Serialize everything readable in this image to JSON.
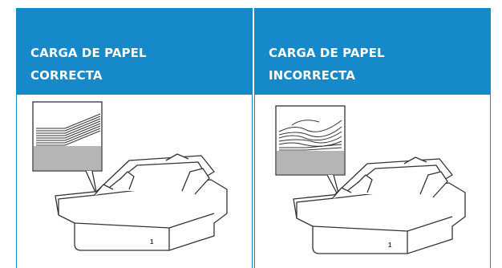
{
  "columns": [
    {
      "title": "CARGA DE PAPEL\nCORRECTA",
      "variant": "correct",
      "tray_number": "1"
    },
    {
      "title": "CARGA DE PAPEL\nINCORRECTA",
      "variant": "incorrect",
      "tray_number": "1"
    }
  ],
  "colors": {
    "header_blue": "#1589c9",
    "paper_gray": "#b5b5b5",
    "line": "#333333"
  }
}
